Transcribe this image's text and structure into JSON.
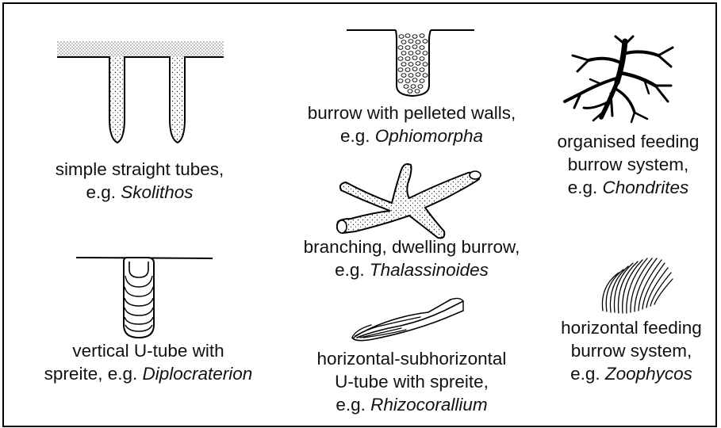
{
  "figure": {
    "panels": [
      {
        "id": "skolithos",
        "pre": [
          "simple straight tubes,",
          "e.g. "
        ],
        "genus": "Skolithos",
        "illustration": "paired-vertical-tubes"
      },
      {
        "id": "ophiomorpha",
        "pre": [
          "burrow with pelleted walls,",
          "e.g. "
        ],
        "genus": "Ophiomorpha",
        "illustration": "pelleted-burrow"
      },
      {
        "id": "chondrites",
        "pre": [
          "organised feeding",
          "burrow system,",
          "e.g. "
        ],
        "genus": "Chondrites",
        "illustration": "dendritic-burrow"
      },
      {
        "id": "thalassinoides",
        "pre": [
          "branching, dwelling burrow,",
          "e.g. "
        ],
        "genus": "Thalassinoides",
        "illustration": "branching-burrow"
      },
      {
        "id": "diplocraterion",
        "pre": [
          "vertical U-tube with",
          "spreite, e.g. "
        ],
        "genus": "Diplocraterion",
        "illustration": "vertical-u-tube"
      },
      {
        "id": "rhizocorallium",
        "pre": [
          "horizontal-subhorizontal",
          "U-tube with spreite,",
          "e.g. "
        ],
        "genus": "Rhizocorallium",
        "illustration": "horizontal-u-tube"
      },
      {
        "id": "zoophycos",
        "pre": [
          "horizontal feeding",
          "burrow system,",
          "e.g. "
        ],
        "genus": "Zoophycos",
        "illustration": "spreite-fan"
      }
    ]
  }
}
